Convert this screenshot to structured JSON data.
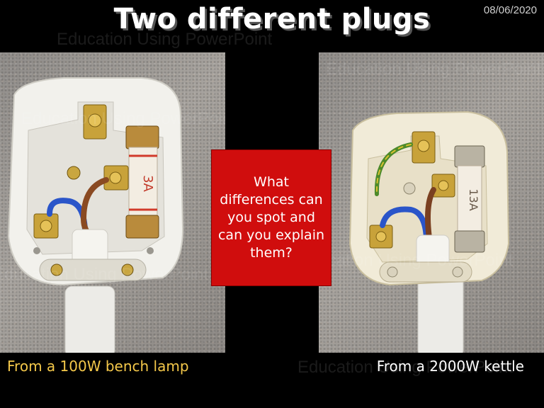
{
  "slide": {
    "title": "Two different plugs",
    "date": "08/06/2020",
    "question": "What differences can you spot and can you explain them?",
    "left_caption": "From a 100W bench lamp",
    "right_caption": "From a 2000W kettle",
    "left_fuse_label": "3A",
    "right_fuse_label": "13A",
    "watermark": "Education Using PowerPoint"
  },
  "colors": {
    "background": "#000000",
    "title": "#ffffff",
    "question_box": "#d00d0d",
    "left_caption": "#f4c84a",
    "right_caption": "#ffffff"
  }
}
